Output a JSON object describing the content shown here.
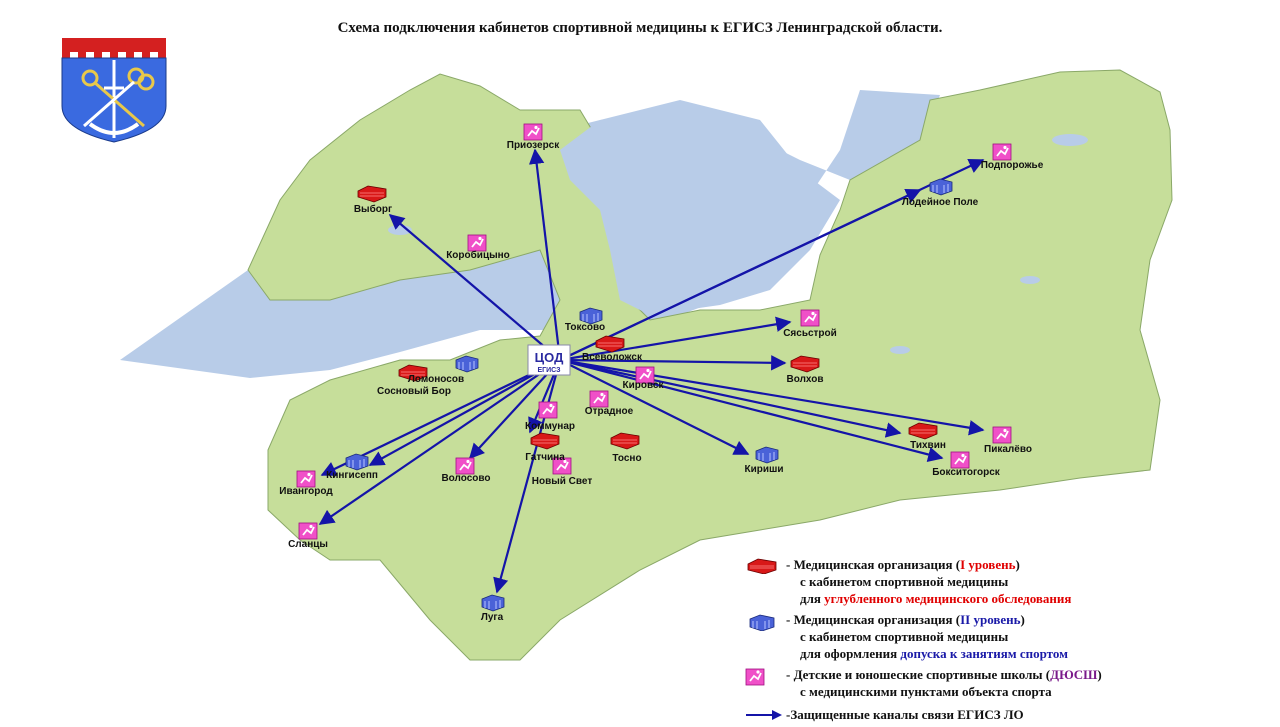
{
  "title": "Схема подключения кабинетов спортивной медицины к ЕГИСЗ Ленинградской области.",
  "hub": {
    "line1": "ЦОД",
    "line2": "ЕГИСЗ"
  },
  "places": [
    {
      "key": "priozersk",
      "label": "Приозерск",
      "type": "school"
    },
    {
      "key": "vyborg",
      "label": "Выборг",
      "type": "level1"
    },
    {
      "key": "korobitsyno",
      "label": "Коробицыно",
      "type": "school"
    },
    {
      "key": "toksovo",
      "label": "Токсово",
      "type": "level2"
    },
    {
      "key": "vsevolozhsk",
      "label": "Всеволожск",
      "type": "level1"
    },
    {
      "key": "lomonosov",
      "label": "Ломоносов",
      "type": "level2"
    },
    {
      "key": "sosnovy_bor",
      "label": "Сосновый Бор",
      "type": "level1"
    },
    {
      "key": "kirovsk",
      "label": "Кировск",
      "type": "school"
    },
    {
      "key": "otradnoe",
      "label": "Отрадное",
      "type": "school"
    },
    {
      "key": "kommunar",
      "label": "Коммунар",
      "type": "school"
    },
    {
      "key": "gatchina",
      "label": "Гатчина",
      "type": "level1"
    },
    {
      "key": "tosno",
      "label": "Тосно",
      "type": "level1"
    },
    {
      "key": "novy_svet",
      "label": "Новый Свет",
      "type": "school"
    },
    {
      "key": "volosovo",
      "label": "Волосово",
      "type": "school"
    },
    {
      "key": "kingisepp",
      "label": "Кингисепп",
      "type": "level2"
    },
    {
      "key": "ivangorod",
      "label": "Ивангород",
      "type": "school"
    },
    {
      "key": "slantsy",
      "label": "Сланцы",
      "type": "school"
    },
    {
      "key": "luga",
      "label": "Луга",
      "type": "level2"
    },
    {
      "key": "kirishi",
      "label": "Кириши",
      "type": "level2"
    },
    {
      "key": "volkhov",
      "label": "Волхов",
      "type": "level1"
    },
    {
      "key": "syasstroy",
      "label": "Сясьстрой",
      "type": "school"
    },
    {
      "key": "tikhvin",
      "label": "Тихвин",
      "type": "level1"
    },
    {
      "key": "pikalevo",
      "label": "Пикалёво",
      "type": "school"
    },
    {
      "key": "boksitogorsk",
      "label": "Бокситогорск",
      "type": "school"
    },
    {
      "key": "lodeynoe_pole",
      "label": "Лодейное Поле",
      "type": "level2"
    },
    {
      "key": "podporozhye",
      "label": "Подпорожье",
      "type": "school"
    }
  ],
  "legend": {
    "l1": {
      "a": "- Медицинская организация (",
      "b": "I уровень",
      "c": ")",
      "d": "с кабинетом спортивной медицины",
      "e": "для ",
      "f": "углубленного медицинского обследования"
    },
    "l2": {
      "a": "- Медицинская организация (",
      "b": "II уровень",
      "c": ")",
      "d": "с кабинетом спортивной медицины",
      "e": "для оформления ",
      "f": "допуска к занятиям спортом"
    },
    "l3": {
      "a": "- Детские и юношеские спортивные школы (",
      "b": "ДЮСШ",
      "c": ")",
      "d": "с медицинскими пунктами объекта спорта"
    },
    "l4": {
      "a": "-Защищенные каналы связи ЕГИСЗ ЛО"
    }
  },
  "colors": {
    "land": "#c6de9a",
    "water": "#b8cce8",
    "level1": "#d81818",
    "level2": "#4a62d8",
    "school": "#f050c8",
    "link": "#1414a8",
    "coat_red": "#d42020",
    "coat_blue": "#3a6ae0",
    "coat_gold": "#e8c84a"
  },
  "icons": {
    "level1": "red-building-icon",
    "level2": "blue-building-icon",
    "school": "pink-sport-icon",
    "link": "arrow-icon",
    "coat": "coat-of-arms-icon"
  }
}
